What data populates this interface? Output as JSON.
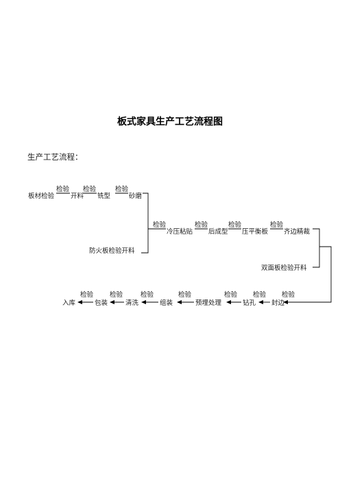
{
  "title": "板式家具生产工艺流程图",
  "subtitle": "生产工艺流程：",
  "row1": {
    "steps": [
      "板材检验",
      "开料",
      "铣型",
      "砂磨"
    ],
    "checks": [
      "检验",
      "检验",
      "检验"
    ]
  },
  "row2": {
    "steps": [
      "冷压粘贴",
      "后成型",
      "压平衡板",
      "齐边精裁"
    ],
    "checks": [
      "检验",
      "检验",
      "检验",
      "检验"
    ]
  },
  "fire_board": "防火板检验开料",
  "double_board": "双面板检验开料",
  "row3": {
    "steps": [
      "入库",
      "包装",
      "清洗",
      "组装",
      "预埋处理",
      "钻孔",
      "封边"
    ],
    "checks": [
      "检验",
      "检验",
      "检验",
      "检验",
      "检验",
      "检验",
      "检验"
    ]
  }
}
